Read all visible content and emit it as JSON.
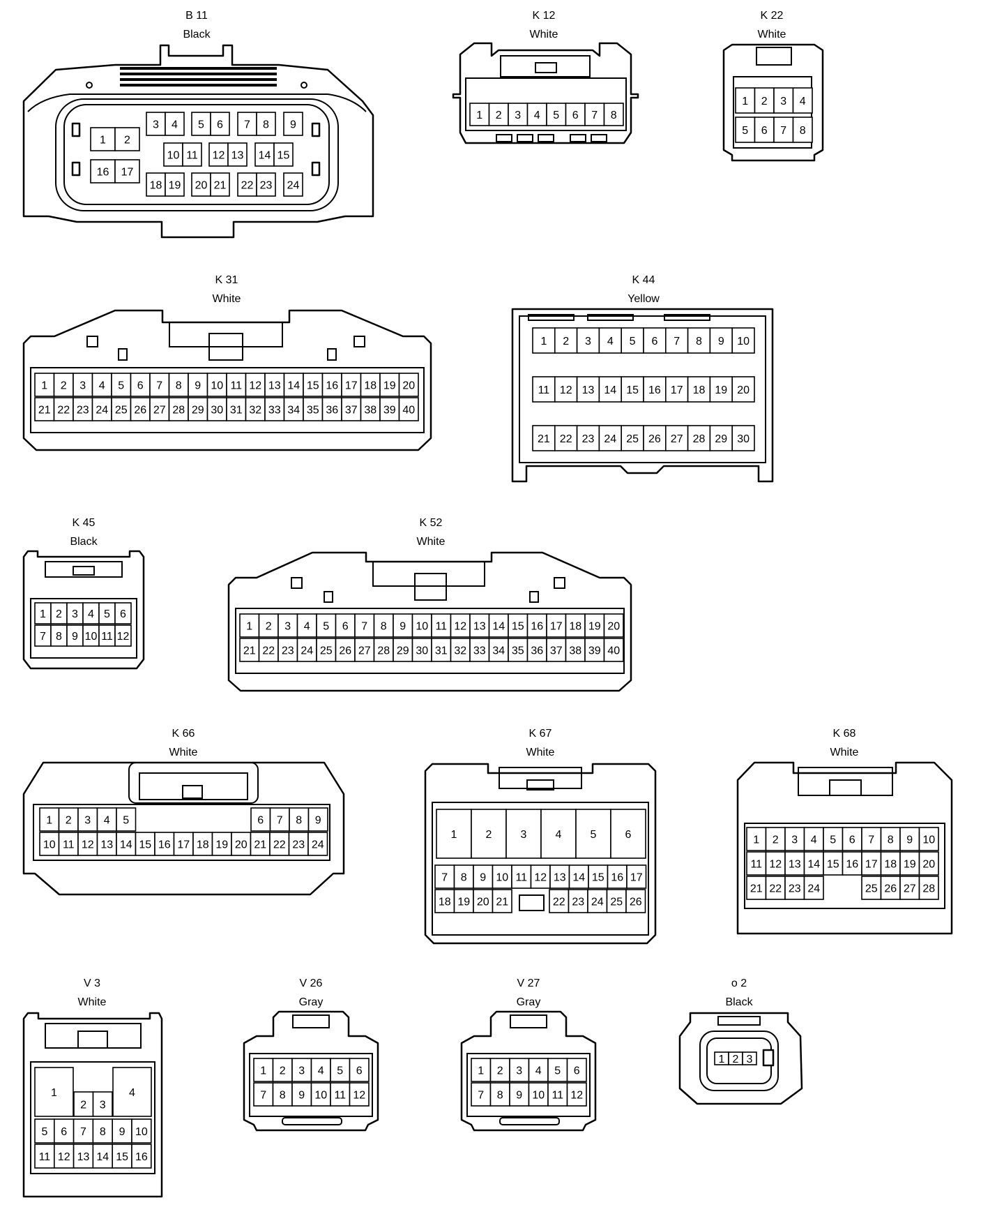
{
  "connectors": [
    {
      "id": "B 11",
      "color": "Black",
      "groups": [
        {
          "pins": [
            "1",
            "2"
          ]
        },
        {
          "pins": [
            "16",
            "17"
          ]
        },
        {
          "pins": [
            "3",
            "4"
          ]
        },
        {
          "pins": [
            "5",
            "6"
          ]
        },
        {
          "pins": [
            "7",
            "8"
          ]
        },
        {
          "pins": [
            "9"
          ]
        },
        {
          "pins": [
            "10",
            "11"
          ]
        },
        {
          "pins": [
            "12",
            "13"
          ]
        },
        {
          "pins": [
            "14",
            "15"
          ]
        },
        {
          "pins": [
            "18",
            "19"
          ]
        },
        {
          "pins": [
            "20",
            "21"
          ]
        },
        {
          "pins": [
            "22",
            "23"
          ]
        },
        {
          "pins": [
            "24"
          ]
        }
      ]
    },
    {
      "id": "K 12",
      "color": "White",
      "groups": [
        {
          "pins": [
            "1",
            "2",
            "3",
            "4",
            "5",
            "6",
            "7",
            "8"
          ]
        }
      ]
    },
    {
      "id": "K 22",
      "color": "White",
      "groups": [
        {
          "pins": [
            "1",
            "2",
            "3",
            "4"
          ]
        },
        {
          "pins": [
            "5",
            "6",
            "7",
            "8"
          ]
        }
      ]
    },
    {
      "id": "K 31",
      "color": "White",
      "groups": [
        {
          "pins": [
            "1",
            "2",
            "3",
            "4",
            "5",
            "6",
            "7",
            "8",
            "9",
            "10",
            "11",
            "12",
            "13",
            "14",
            "15",
            "16",
            "17",
            "18",
            "19",
            "20"
          ]
        },
        {
          "pins": [
            "21",
            "22",
            "23",
            "24",
            "25",
            "26",
            "27",
            "28",
            "29",
            "30",
            "31",
            "32",
            "33",
            "34",
            "35",
            "36",
            "37",
            "38",
            "39",
            "40"
          ]
        }
      ]
    },
    {
      "id": "K 44",
      "color": "Yellow",
      "groups": [
        {
          "pins": [
            "1",
            "2",
            "3",
            "4",
            "5",
            "6",
            "7",
            "8",
            "9",
            "10"
          ]
        },
        {
          "pins": [
            "11",
            "12",
            "13",
            "14",
            "15",
            "16",
            "17",
            "18",
            "19",
            "20"
          ]
        },
        {
          "pins": [
            "21",
            "22",
            "23",
            "24",
            "25",
            "26",
            "27",
            "28",
            "29",
            "30"
          ]
        }
      ]
    },
    {
      "id": "K 45",
      "color": "Black",
      "groups": [
        {
          "pins": [
            "1",
            "2",
            "3",
            "4",
            "5",
            "6"
          ]
        },
        {
          "pins": [
            "7",
            "8",
            "9",
            "10",
            "11",
            "12"
          ]
        }
      ]
    },
    {
      "id": "K 52",
      "color": "White",
      "groups": [
        {
          "pins": [
            "1",
            "2",
            "3",
            "4",
            "5",
            "6",
            "7",
            "8",
            "9",
            "10",
            "11",
            "12",
            "13",
            "14",
            "15",
            "16",
            "17",
            "18",
            "19",
            "20"
          ]
        },
        {
          "pins": [
            "21",
            "22",
            "23",
            "24",
            "25",
            "26",
            "27",
            "28",
            "29",
            "30",
            "31",
            "32",
            "33",
            "34",
            "35",
            "36",
            "37",
            "38",
            "39",
            "40"
          ]
        }
      ]
    },
    {
      "id": "K 66",
      "color": "White",
      "groups": [
        {
          "pins": [
            "1",
            "2",
            "3",
            "4",
            "5"
          ]
        },
        {
          "pins": [
            "6",
            "7",
            "8",
            "9"
          ]
        },
        {
          "pins": [
            "10",
            "11",
            "12",
            "13",
            "14",
            "15",
            "16",
            "17",
            "18",
            "19",
            "20",
            "21",
            "22",
            "23",
            "24"
          ]
        }
      ]
    },
    {
      "id": "K 67",
      "color": "White",
      "groups": [
        {
          "pins": [
            "1",
            "2",
            "3",
            "4",
            "5",
            "6"
          ]
        },
        {
          "pins": [
            "7",
            "8",
            "9",
            "10",
            "11",
            "12",
            "13",
            "14",
            "15",
            "16",
            "17"
          ]
        },
        {
          "pins": [
            "18",
            "19",
            "20",
            "21"
          ]
        },
        {
          "pins": [
            "22",
            "23",
            "24",
            "25",
            "26"
          ]
        }
      ]
    },
    {
      "id": "K 68",
      "color": "White",
      "groups": [
        {
          "pins": [
            "1",
            "2",
            "3",
            "4",
            "5",
            "6",
            "7",
            "8",
            "9",
            "10"
          ]
        },
        {
          "pins": [
            "11",
            "12",
            "13",
            "14",
            "15",
            "16",
            "17",
            "18",
            "19",
            "20"
          ]
        },
        {
          "pins": [
            "21",
            "22",
            "23",
            "24"
          ]
        },
        {
          "pins": [
            "25",
            "26",
            "27",
            "28"
          ]
        }
      ]
    },
    {
      "id": "V 3",
      "color": "White",
      "groups": [
        {
          "pins": [
            "1"
          ]
        },
        {
          "pins": [
            "2",
            "3"
          ]
        },
        {
          "pins": [
            "4"
          ]
        },
        {
          "pins": [
            "5",
            "6",
            "7",
            "8",
            "9",
            "10"
          ]
        },
        {
          "pins": [
            "11",
            "12",
            "13",
            "14",
            "15",
            "16"
          ]
        }
      ]
    },
    {
      "id": "V 26",
      "color": "Gray",
      "groups": [
        {
          "pins": [
            "1",
            "2",
            "3",
            "4",
            "5",
            "6"
          ]
        },
        {
          "pins": [
            "7",
            "8",
            "9",
            "10",
            "11",
            "12"
          ]
        }
      ]
    },
    {
      "id": "V 27",
      "color": "Gray",
      "groups": [
        {
          "pins": [
            "1",
            "2",
            "3",
            "4",
            "5",
            "6"
          ]
        },
        {
          "pins": [
            "7",
            "8",
            "9",
            "10",
            "11",
            "12"
          ]
        }
      ]
    },
    {
      "id": "o 2",
      "color": "Black",
      "groups": [
        {
          "pins": [
            "1",
            "2",
            "3"
          ]
        }
      ]
    }
  ]
}
